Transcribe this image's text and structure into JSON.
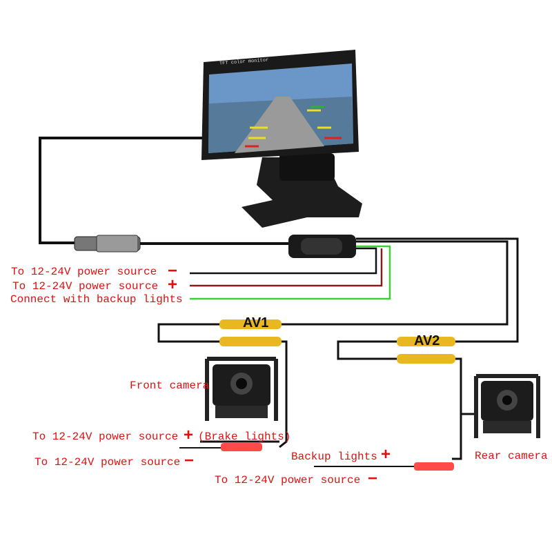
{
  "monitor": {
    "brand_text": "TFT color monitor"
  },
  "monitor_wires": {
    "negative_label": "To 12-24V power source",
    "negative_sign": "−",
    "positive_label": "To 12-24V power source",
    "positive_sign": "+",
    "backup_label": "Connect with backup lights"
  },
  "connectors": {
    "av1": "AV1",
    "av2": "AV2"
  },
  "front_camera": {
    "label": "Front camera",
    "positive_label": "To 12-24V power source",
    "positive_sign": "+",
    "positive_note": "(Brake lights)",
    "negative_label": "To 12-24V power source",
    "negative_sign": "−"
  },
  "rear_camera": {
    "label": "Rear camera",
    "positive_label": "Backup lights",
    "positive_sign": "+",
    "negative_label": "To 12-24V power source",
    "negative_sign": "−"
  },
  "colors": {
    "label": "#e01010",
    "negative_wire": "#111111",
    "positive_wire": "#8b1a1a",
    "backup_wire": "#3ccc3c",
    "rca": "#e8b820"
  }
}
